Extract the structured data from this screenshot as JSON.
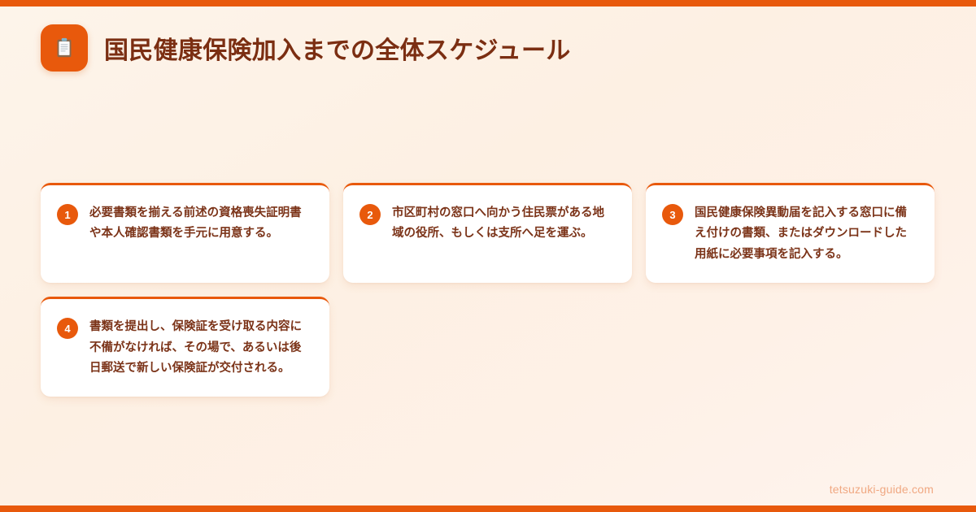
{
  "header": {
    "title": "国民健康保険加入までの全体スケジュール",
    "icon": "clipboard-icon"
  },
  "theme": {
    "accent": "#E8590C",
    "background_start": "#FDF4EA",
    "background_end": "#FEF4EE",
    "title_color": "#7B2E12",
    "card_text_color": "#7B3318",
    "card_background": "#FFFFFF",
    "footer_color": "#F0A882"
  },
  "steps": [
    {
      "number": "1",
      "text": "必要書類を揃える前述の資格喪失証明書や本人確認書類を手元に用意する。"
    },
    {
      "number": "2",
      "text": "市区町村の窓口へ向かう住民票がある地域の役所、もしくは支所へ足を運ぶ。"
    },
    {
      "number": "3",
      "text": "国民健康保険異動届を記入する窓口に備え付けの書類、またはダウンロードした用紙に必要事項を記入する。"
    },
    {
      "number": "4",
      "text": "書類を提出し、保険証を受け取る内容に不備がなければ、その場で、あるいは後日郵送で新しい保険証が交付される。"
    }
  ],
  "footer": {
    "url": "tetsuzuki-guide.com"
  }
}
